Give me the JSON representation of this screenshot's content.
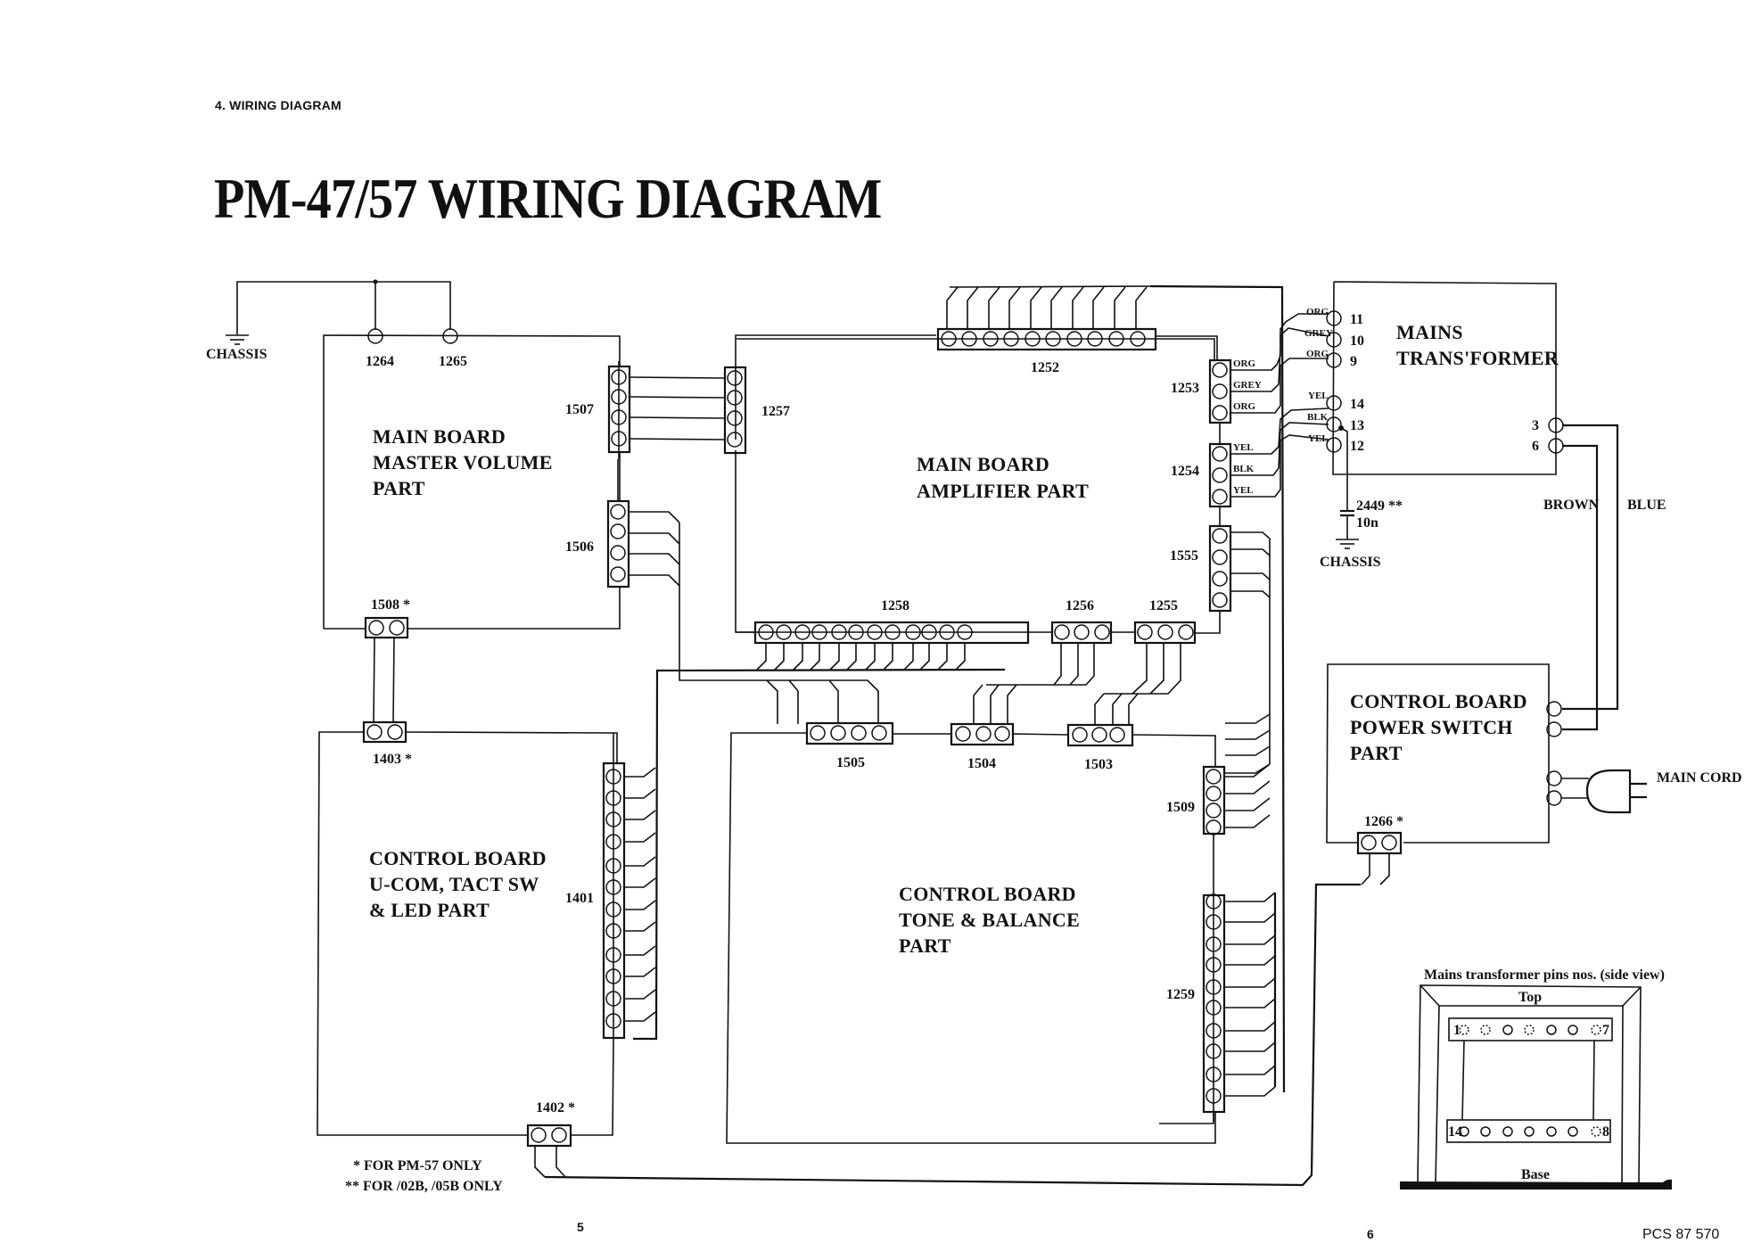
{
  "page": {
    "section_header": "4. WIRING DIAGRAM",
    "title": "PM-47/57 WIRING DIAGRAM",
    "page_left": "5",
    "page_right": "6",
    "doc_code": "PCS 87 570"
  },
  "boards": {
    "master_volume": [
      "MAIN BOARD",
      "MASTER VOLUME",
      "PART"
    ],
    "amplifier": [
      "MAIN BOARD",
      "AMPLIFIER PART"
    ],
    "ucom": [
      "CONTROL BOARD",
      "U-COM, TACT SW",
      "& LED PART"
    ],
    "tone": [
      "CONTROL BOARD",
      "TONE & BALANCE",
      "PART"
    ],
    "power_switch": [
      "CONTROL BOARD",
      "POWER SWITCH",
      "PART"
    ],
    "transformer": [
      "MAINS",
      "TRANS'FORMER"
    ]
  },
  "connectors": {
    "c1264": "1264",
    "c1265": "1265",
    "c1507": "1507",
    "c1506": "1506",
    "c1508": "1508 *",
    "c1257": "1257",
    "c1252": "1252",
    "c1253": "1253",
    "c1254": "1254",
    "c1555": "1555",
    "c1258": "1258",
    "c1256": "1256",
    "c1255": "1255",
    "c1505": "1505",
    "c1504": "1504",
    "c1503": "1503",
    "c1509": "1509",
    "c1259": "1259",
    "c1403": "1403 *",
    "c1401": "1401",
    "c1402": "1402 *",
    "c1266": "1266 *"
  },
  "wire_colors": {
    "w1253": [
      "ORG",
      "GREY",
      "ORG"
    ],
    "w1254": [
      "YEL",
      "BLK",
      "YEL"
    ],
    "xf_left": [
      "ORG",
      "GREY",
      "ORG",
      "YEL",
      "BLK",
      "YEL"
    ]
  },
  "transformer_pins": {
    "left": [
      "11",
      "10",
      "9",
      "14",
      "13",
      "12"
    ],
    "right": [
      "3",
      "6"
    ]
  },
  "labels": {
    "chassis": "CHASSIS",
    "cap_ref": "2449 **",
    "cap_val": "10n",
    "brown": "BROWN",
    "blue": "BLUE",
    "main_cord": "MAIN CORD"
  },
  "notes": {
    "note1": "* FOR  PM-57  ONLY",
    "note2": "** FOR  /02B, /05B ONLY"
  },
  "pin_diagram": {
    "title": "Mains transformer pins nos. (side view)",
    "top": "Top",
    "base": "Base",
    "top_first": "1",
    "top_last": "7",
    "bottom_first": "14",
    "bottom_last": "8"
  }
}
